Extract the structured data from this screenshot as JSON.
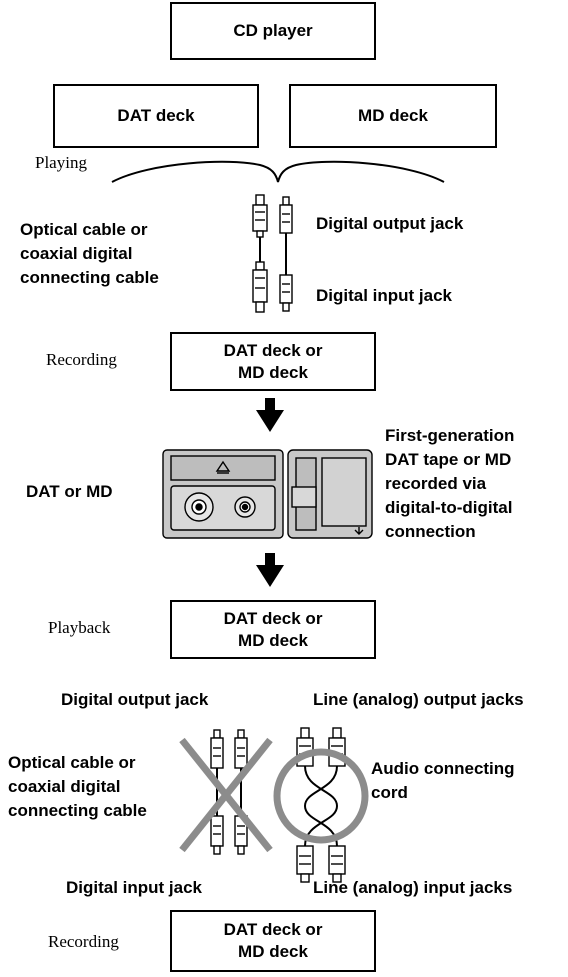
{
  "boxes": {
    "cd_player": "CD player",
    "dat_deck": "DAT deck",
    "md_deck": "MD deck",
    "recording_deck_line1": "DAT deck or",
    "recording_deck_line2": "MD deck",
    "playback_deck_line1": "DAT deck or",
    "playback_deck_line2": "MD deck",
    "final_deck_line1": "DAT deck or",
    "final_deck_line2": "MD deck"
  },
  "stage_labels": {
    "playing": "Playing",
    "recording": "Recording",
    "playback": "Playback",
    "recording_final": "Recording"
  },
  "labels": {
    "optical_cable_1": [
      "Optical cable or",
      "coaxial digital",
      "connecting cable"
    ],
    "digital_output_jack_1": "Digital output jack",
    "digital_input_jack_1": "Digital input jack",
    "dat_or_md": "DAT or MD",
    "first_generation": [
      "First-generation",
      "DAT tape or MD",
      "recorded via",
      "digital-to-digital",
      "connection"
    ],
    "digital_output_jack_2": "Digital output jack",
    "line_output_jacks": "Line (analog) output jacks",
    "optical_cable_2": [
      "Optical cable or",
      "coaxial digital",
      "connecting cable"
    ],
    "audio_connecting_cord": [
      "Audio connecting",
      "cord"
    ],
    "digital_input_jack_2": "Digital input jack",
    "line_input_jacks": "Line (analog) input jacks"
  },
  "colors": {
    "line": "#000000",
    "prohibit_mark": "#8c8c8c",
    "media_fill": "#c8c8c8"
  },
  "icons": [
    "down-arrow-icon",
    "dat-cassette-icon",
    "minidisc-icon",
    "prohibited-x-mark",
    "circle-mark",
    "optical-cable-icon",
    "rca-cord-icon"
  ]
}
